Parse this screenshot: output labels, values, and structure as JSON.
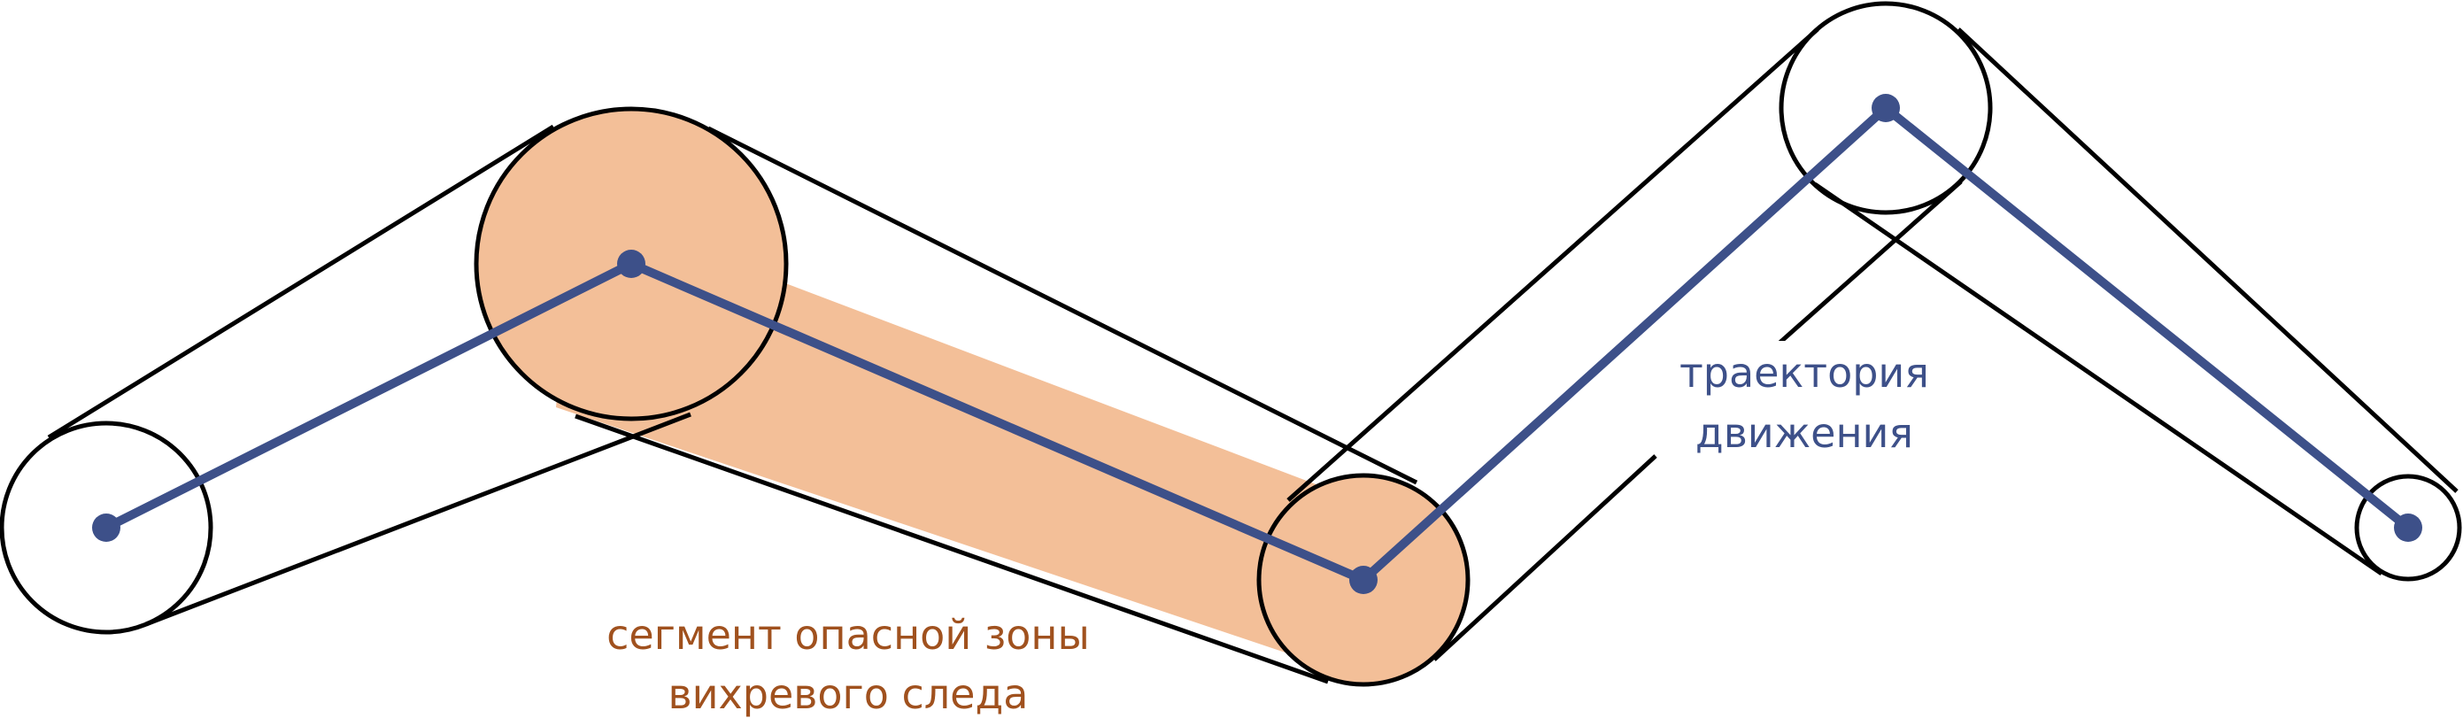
{
  "labels": {
    "trajectory_line1": "траектория",
    "trajectory_line2": "движения",
    "segment_line1": "сегмент опасной зоны",
    "segment_line2": "вихревого следа"
  },
  "colors": {
    "trajectory": "#3d5089",
    "segment_fill": "#f3bf98",
    "segment_text": "#a0511e",
    "outline": "#000000",
    "background": "#ffffff"
  }
}
